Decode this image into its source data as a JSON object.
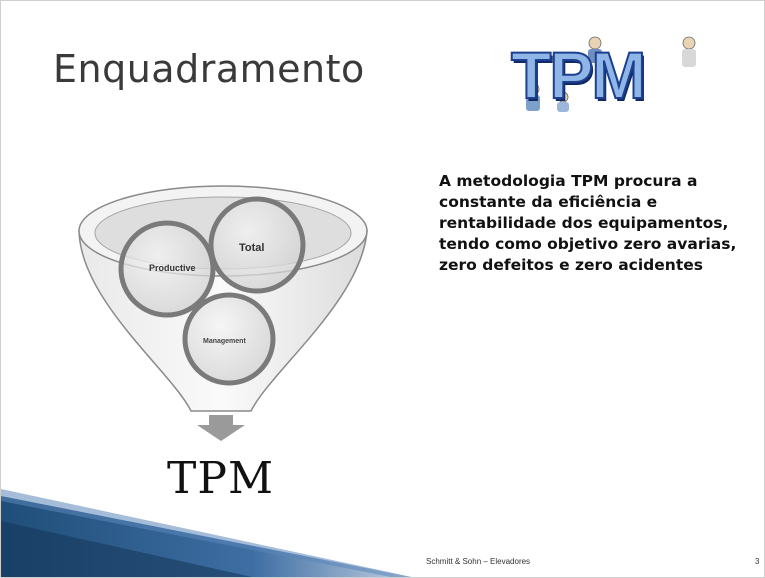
{
  "slide": {
    "title": "Enquadramento",
    "logo_text": "TPM",
    "body_text": "A metodologia TPM procura  a constante da eficiência e rentabilidade dos equipamentos, tendo como objetivo zero avarias, zero defeitos e zero acidentes",
    "funnel": {
      "circle_labels": {
        "productive": "Productive",
        "total": "Total",
        "management": "Management"
      }
    },
    "result_label": "TPM",
    "footer": "Schmitt & Sohn – Elevadores",
    "page_number": "3"
  },
  "colors": {
    "logo_fill": "#8fb6e6",
    "logo_outline": "#1c3f8f",
    "wedge_dark": "#1f4e79",
    "wedge_mid": "#5b87b9",
    "arrow": "#9a9a9a"
  }
}
